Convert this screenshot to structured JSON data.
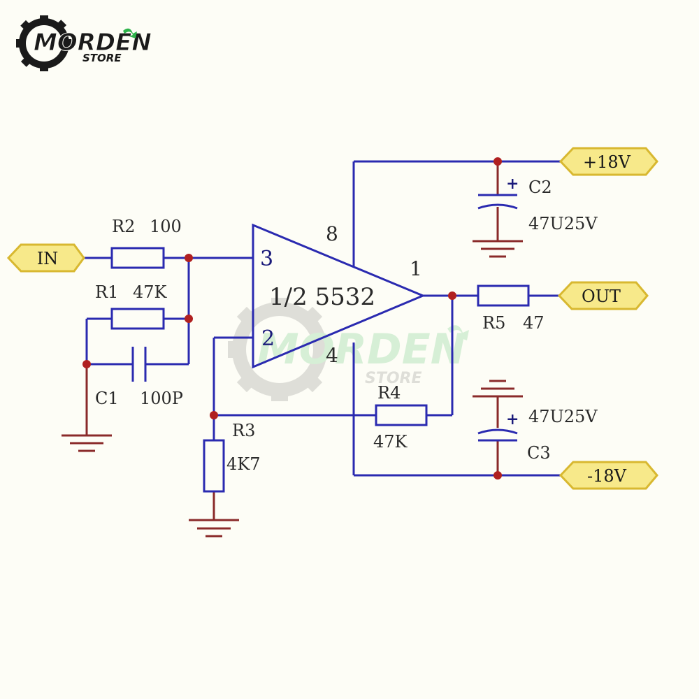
{
  "logo": {
    "brand": "MORDEN",
    "sub": "STORE"
  },
  "watermark": {
    "brand": "MORDEN",
    "sub": "STORE"
  },
  "ports": {
    "in": "IN",
    "out": "OUT",
    "vpos": "+18V",
    "vneg": "-18V"
  },
  "opamp": {
    "name": "1/2 5532",
    "pin_noninv": "3",
    "pin_inv": "2",
    "pin_out": "1",
    "pin_vpos": "8",
    "pin_vneg": "4"
  },
  "components": {
    "r2": {
      "ref": "R2",
      "value": "100"
    },
    "r1": {
      "ref": "R1",
      "value": "47K"
    },
    "c1": {
      "ref": "C1",
      "value": "100P"
    },
    "r3": {
      "ref": "R3",
      "value": "4K7"
    },
    "r4": {
      "ref": "R4",
      "value": "47K"
    },
    "r5": {
      "ref": "R5",
      "value": "47"
    },
    "c2": {
      "ref": "C2",
      "value": "47U25V",
      "polarity": "+"
    },
    "c3": {
      "ref": "C3",
      "value": "47U25V",
      "polarity": "+"
    }
  },
  "colors": {
    "wire": "#2a2ab0",
    "ground": "#8a2a2a",
    "node": "#b02020",
    "port_fill": "#f7e98a",
    "port_stroke": "#d8b830",
    "logo_green": "#2db34a",
    "logo_dark": "#1a1a1a"
  }
}
